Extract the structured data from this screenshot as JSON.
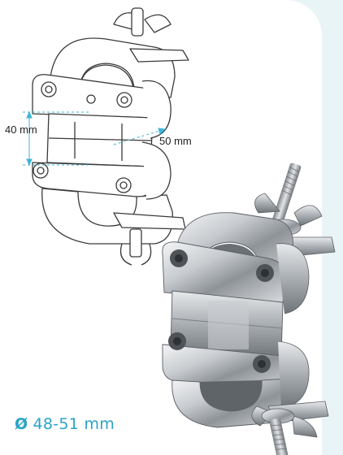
{
  "dimensions": {
    "height_label": "40 mm",
    "depth_label": "50 mm"
  },
  "diameter": {
    "symbol": "Ø",
    "range": "48-51 mm"
  },
  "colors": {
    "accent": "#2aa3c6",
    "background_panel": "#e9f4f7",
    "line_art": "#3a3a3a",
    "dimension_line": "#3fb6d8"
  },
  "icons": [
    "diameter-icon"
  ]
}
